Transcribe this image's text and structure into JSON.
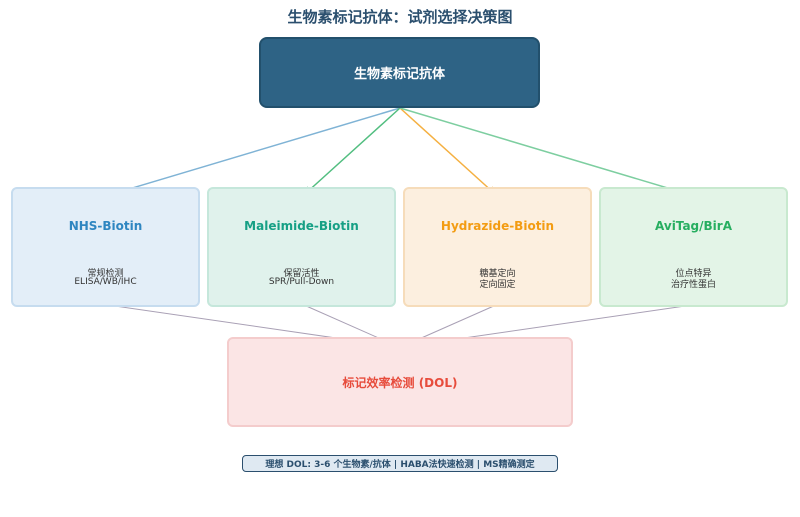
{
  "title": "生物素标记抗体：试剂选择决策图",
  "root": {
    "label": "生物素标记抗体"
  },
  "methods": [
    {
      "name": "NHS-Biotin",
      "line1": "常规检测",
      "line2": "ELISA/WB/IHC",
      "color": "#2e86c1",
      "arrow_color": "#7fb3d5"
    },
    {
      "name": "Maleimide-Biotin",
      "line1": "保留活性",
      "line2": "SPR/Pull-Down",
      "color": "#16a085",
      "arrow_color": "#52be80"
    },
    {
      "name": "Hydrazide-Biotin",
      "line1": "糖基定向",
      "line2": "定向固定",
      "color": "#f39c12",
      "arrow_color": "#f5b041"
    },
    {
      "name": "AviTag/BirA",
      "line1": "位点特异",
      "line2": "治疗性蛋白",
      "color": "#27ae60",
      "arrow_color": "#7dcea0"
    }
  ],
  "dol": {
    "label": "标记效率检测 (DOL)",
    "color": "#e74c3c"
  },
  "footer": {
    "note": "理想 DOL: 3-6 个生物素/抗体  |  HABA法快速检测  |  MS精确测定"
  }
}
